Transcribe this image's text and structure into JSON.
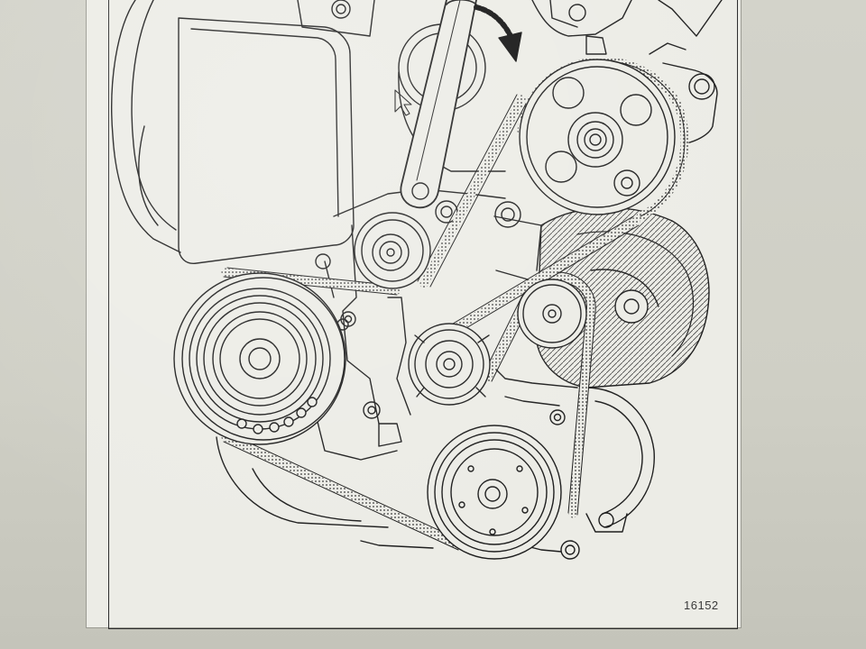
{
  "figure": {
    "number_label": "16152",
    "subject": "accessory-drive-belt-routing",
    "components": [
      {
        "id": "power-steering-pump-pulley",
        "icon": "pulley-icon"
      },
      {
        "id": "upper-idler-pulley",
        "icon": "pulley-icon"
      },
      {
        "id": "crankshaft-pulley",
        "icon": "pulley-icon"
      },
      {
        "id": "tensioner-pulley",
        "icon": "pulley-icon"
      },
      {
        "id": "alternator-pulley",
        "icon": "pulley-icon"
      },
      {
        "id": "ac-compressor-pulley",
        "icon": "pulley-icon"
      },
      {
        "id": "alternator",
        "icon": "alternator-icon"
      },
      {
        "id": "tensioner-wrench",
        "icon": "wrench-icon"
      },
      {
        "id": "rotation-arrow",
        "icon": "curved-arrow-icon"
      }
    ]
  },
  "colors": {
    "ink": "#1e1e1e",
    "paper": "#ecece6",
    "belt_fill": "#8a8a84"
  }
}
